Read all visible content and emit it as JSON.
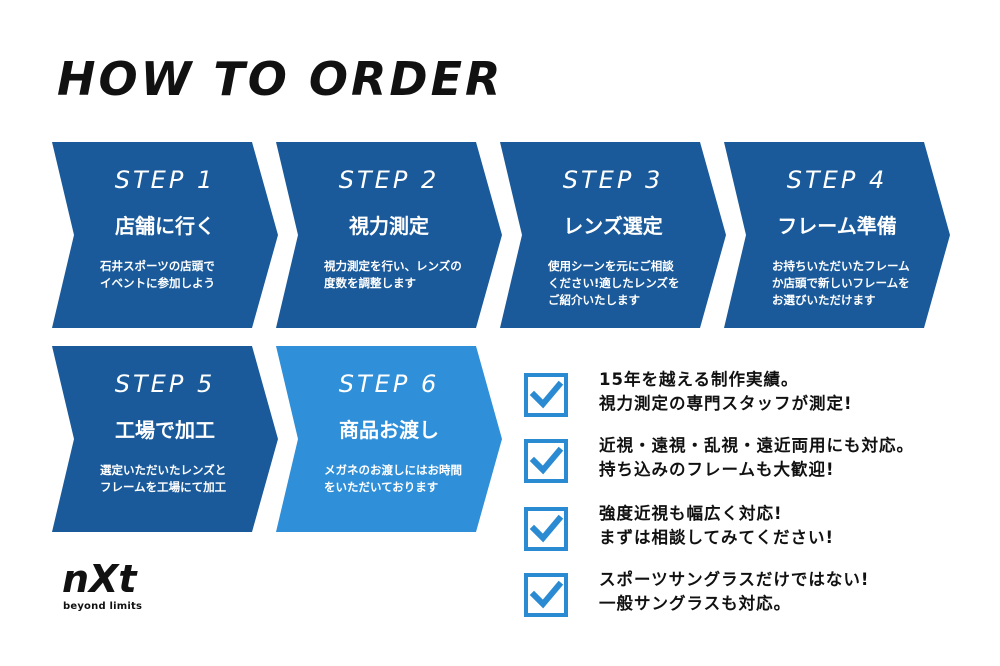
{
  "title": "HOW TO ORDER",
  "steps": [
    {
      "num": "STEP 1",
      "name": "店舗に行く",
      "desc": [
        "石井スポーツの店頭で",
        "イベントに参加しよう"
      ]
    },
    {
      "num": "STEP 2",
      "name": "視力測定",
      "desc": [
        "視力測定を行い、レンズの",
        "度数を調整します"
      ]
    },
    {
      "num": "STEP 3",
      "name": "レンズ選定",
      "desc": [
        "使用シーンを元にご相談",
        "ください!適したレンズを",
        "ご紹介いたします"
      ]
    },
    {
      "num": "STEP 4",
      "name": "フレーム準備",
      "desc": [
        "お持ちいただいたフレーム",
        "か店頭で新しいフレームを",
        "お選びいただけます"
      ]
    },
    {
      "num": "STEP 5",
      "name": "工場で加工",
      "desc": [
        "選定いただいたレンズと",
        "フレームを工場にて加工"
      ]
    },
    {
      "num": "STEP 6",
      "name": "商品お渡し",
      "desc": [
        "メガネのお渡しにはお時間",
        "をいただいております"
      ]
    }
  ],
  "features": [
    {
      "lines": [
        "15年を越える制作実績。",
        "視力測定の専門スタッフが測定!"
      ]
    },
    {
      "lines": [
        "近視・遠視・乱視・遠近両用にも対応。",
        "持ち込みのフレームも大歓迎!"
      ]
    },
    {
      "lines": [
        "強度近視も幅広く対応!",
        "まずは相談してみてください!"
      ]
    },
    {
      "lines": [
        "スポーツサングラスだけではない!",
        "一般サングラスも対応。"
      ]
    }
  ],
  "logo": {
    "mark": "nXt",
    "tagline": "beyond limits"
  },
  "colors": {
    "step_dark": "#1a5a9a",
    "step_light": "#2f8fd8",
    "check_blue": "#2a8ad2",
    "text": "#111111"
  }
}
